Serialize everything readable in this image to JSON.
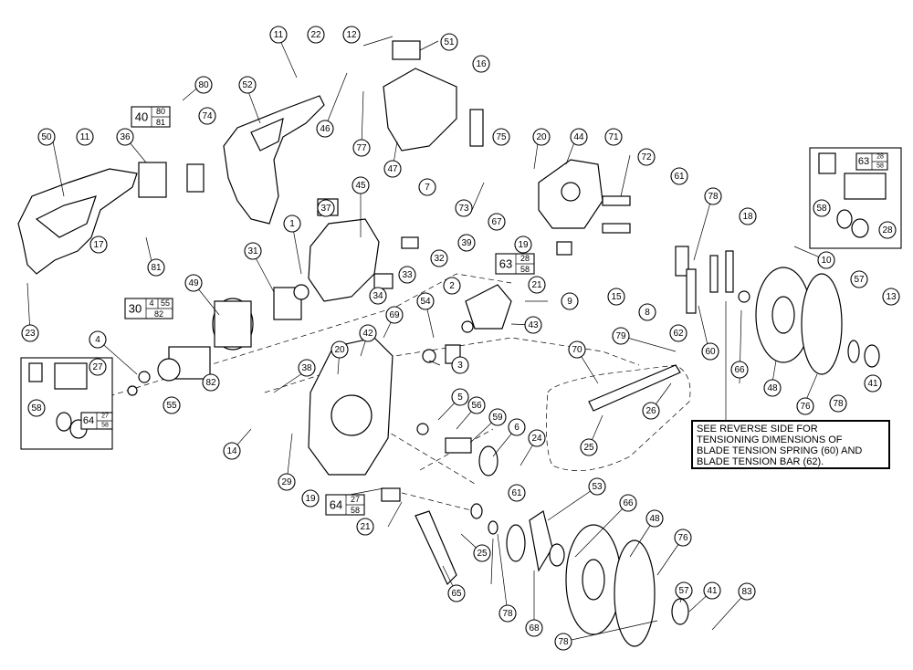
{
  "note": {
    "lines": [
      "SEE REVERSE SIDE FOR",
      "TENSIONING DIMENSIONS OF",
      "BLADE TENSION SPRING (60) AND",
      "BLADE TENSION BAR (62)."
    ]
  },
  "kits": [
    {
      "id": "kit-40",
      "main": "40",
      "top": "80",
      "bottom": "81"
    },
    {
      "id": "kit-30",
      "main": "30",
      "top": "4",
      "right": "55",
      "bottom": "82"
    },
    {
      "id": "kit-63a",
      "main": "63",
      "top": "28",
      "bottom": "58"
    },
    {
      "id": "kit-64a",
      "main": "64",
      "top": "27",
      "bottom": "58"
    },
    {
      "id": "kit-63b",
      "main": "63",
      "top": "28",
      "bottom": "58"
    },
    {
      "id": "kit-64b",
      "main": "64",
      "top": "27",
      "bottom": "58"
    }
  ],
  "callouts": [
    "11",
    "22",
    "12",
    "51",
    "16",
    "80",
    "52",
    "74",
    "46",
    "77",
    "50",
    "11",
    "36",
    "75",
    "47",
    "20",
    "44",
    "71",
    "72",
    "7",
    "73",
    "67",
    "37",
    "45",
    "1",
    "17",
    "31",
    "19",
    "61",
    "78",
    "18",
    "10",
    "32",
    "39",
    "34",
    "33",
    "21",
    "15",
    "9",
    "8",
    "62",
    "60",
    "66",
    "48",
    "76",
    "78",
    "41",
    "57",
    "13",
    "49",
    "2",
    "43",
    "79",
    "70",
    "4",
    "82",
    "55",
    "38",
    "20",
    "42",
    "69",
    "54",
    "3",
    "5",
    "56",
    "59",
    "6",
    "24",
    "26",
    "25",
    "23",
    "81",
    "14",
    "29",
    "19",
    "21",
    "61",
    "53",
    "66",
    "48",
    "76",
    "57",
    "41",
    "83",
    "65",
    "25",
    "78",
    "68",
    "78",
    "27",
    "58",
    "58",
    "28"
  ]
}
